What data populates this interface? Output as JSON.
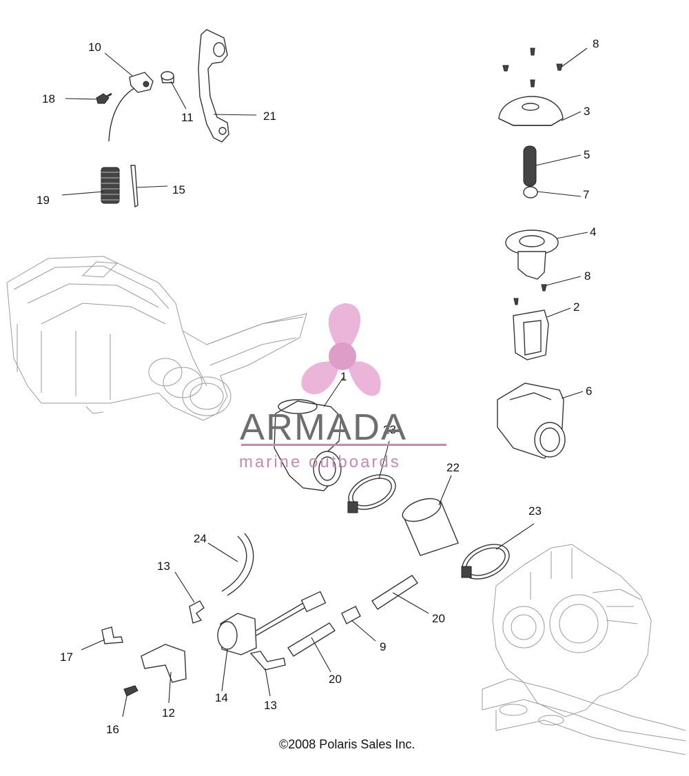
{
  "callouts": {
    "c1": "1",
    "c2": "2",
    "c3": "3",
    "c4": "4",
    "c5": "5",
    "c6": "6",
    "c7": "7",
    "c8a": "8",
    "c8b": "8",
    "c9": "9",
    "c10": "10",
    "c11": "11",
    "c12": "12",
    "c13a": "13",
    "c13b": "13",
    "c14": "14",
    "c15": "15",
    "c16": "16",
    "c17": "17",
    "c18": "18",
    "c19": "19",
    "c20a": "20",
    "c20b": "20",
    "c21": "21",
    "c22": "22",
    "c23a": "23",
    "c23b": "23",
    "c24": "24"
  },
  "watermark": {
    "brand": "ARMADA",
    "tagline": "marine outboards",
    "colors": {
      "pink": "#e7a9d3",
      "pink_dark": "#d98bc0",
      "gray": "#6e6e6e"
    }
  },
  "copyright": "©2008 Polaris Sales Inc."
}
